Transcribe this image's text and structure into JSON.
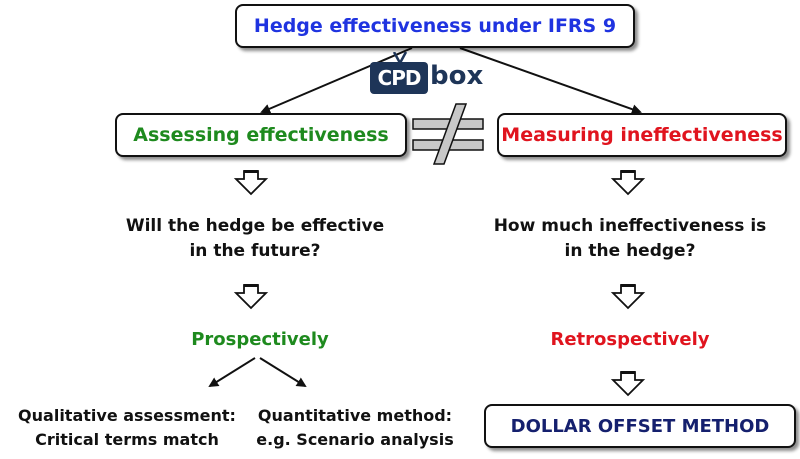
{
  "title": "Hedge effectiveness under IFRS 9",
  "logo": {
    "part1": "CPD",
    "part2": "box"
  },
  "not_equal_symbol": "≠",
  "left": {
    "header": "Assessing effectiveness",
    "question_line1": "Will the hedge be effective",
    "question_line2": "in the future?",
    "timing": "Prospectively",
    "option1_line1": "Qualitative assessment:",
    "option1_line2": "Critical terms match",
    "option2_line1": "Quantitative method:",
    "option2_line2": "e.g. Scenario analysis"
  },
  "right": {
    "header": "Measuring ineffectiveness",
    "question_line1": "How much ineffectiveness is",
    "question_line2": "in the hedge?",
    "timing": "Retrospectively",
    "method": "DOLLAR OFFSET METHOD"
  },
  "colors": {
    "title": "#1f33e0",
    "left_accent": "#1e8a1e",
    "right_accent": "#e0141e",
    "method": "#15206e",
    "logo": "#1e3558",
    "neq_fill": "#c8c8c8"
  }
}
